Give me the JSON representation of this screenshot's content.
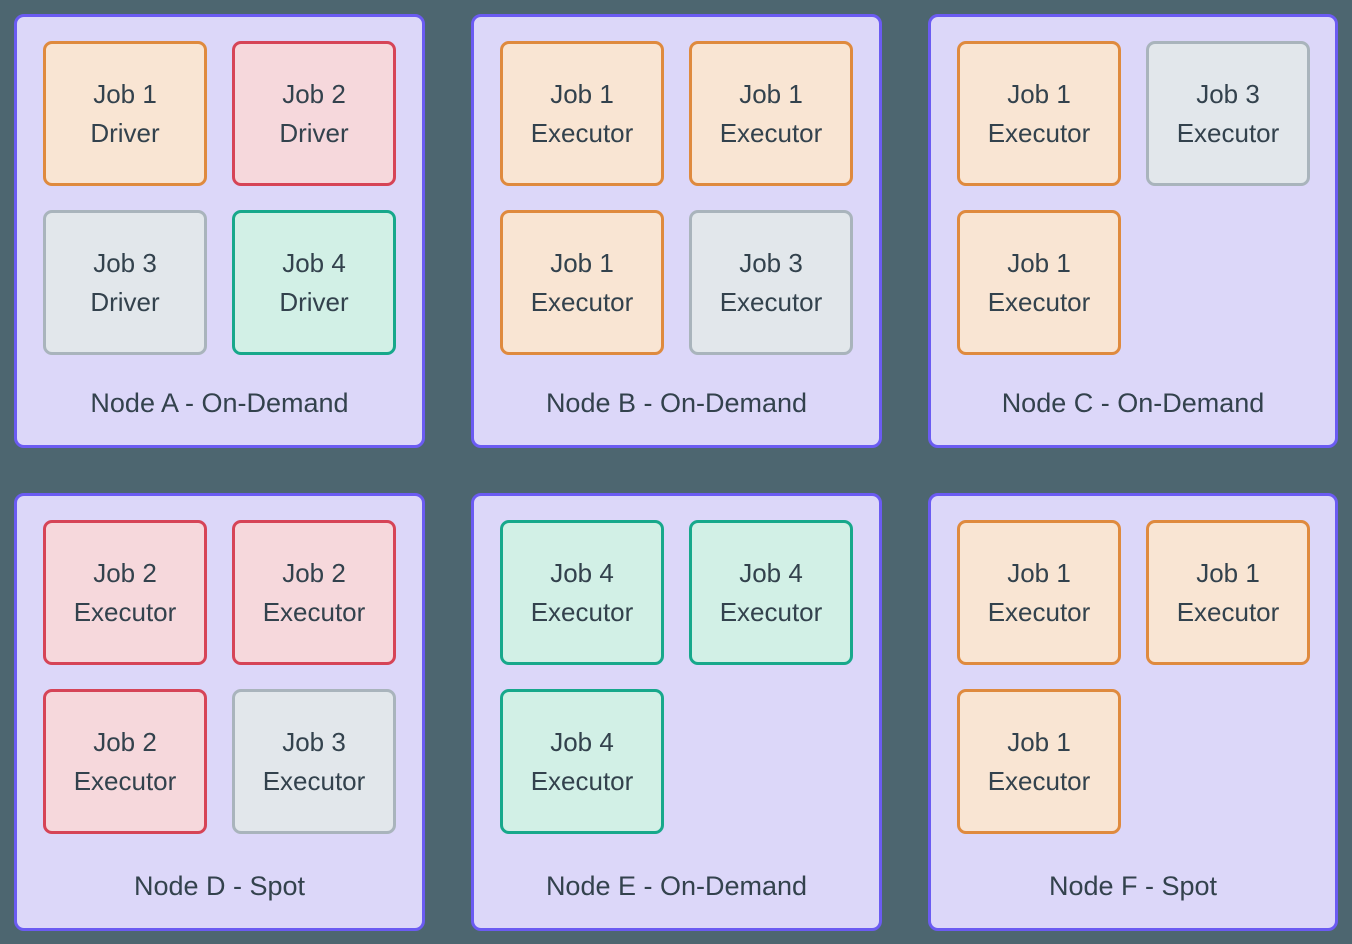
{
  "colors": {
    "background": "#4D6670",
    "node_border": "#6B5BF2",
    "node_fill": "#DCD7F9",
    "text": "#33424D",
    "job_styles": {
      "job1": {
        "border": "#DF8A3E",
        "fill": "#F9E5D3"
      },
      "job2": {
        "border": "#D64457",
        "fill": "#F6D8DC"
      },
      "job3": {
        "border": "#A9B4BC",
        "fill": "#E2E7EB"
      },
      "job4": {
        "border": "#17A88B",
        "fill": "#D2F0E6"
      }
    }
  },
  "nodes": [
    {
      "id": "a",
      "label": "Node A - On-Demand",
      "jobs": [
        {
          "line1": "Job 1",
          "line2": "Driver",
          "style": "job1"
        },
        {
          "line1": "Job 2",
          "line2": "Driver",
          "style": "job2"
        },
        {
          "line1": "Job 3",
          "line2": "Driver",
          "style": "job3"
        },
        {
          "line1": "Job 4",
          "line2": "Driver",
          "style": "job4"
        }
      ]
    },
    {
      "id": "b",
      "label": "Node B - On-Demand",
      "jobs": [
        {
          "line1": "Job 1",
          "line2": "Executor",
          "style": "job1"
        },
        {
          "line1": "Job 1",
          "line2": "Executor",
          "style": "job1"
        },
        {
          "line1": "Job 1",
          "line2": "Executor",
          "style": "job1"
        },
        {
          "line1": "Job 3",
          "line2": "Executor",
          "style": "job3"
        }
      ]
    },
    {
      "id": "c",
      "label": "Node C - On-Demand",
      "jobs": [
        {
          "line1": "Job 1",
          "line2": "Executor",
          "style": "job1"
        },
        {
          "line1": "Job 3",
          "line2": "Executor",
          "style": "job3"
        },
        {
          "line1": "Job 1",
          "line2": "Executor",
          "style": "job1"
        }
      ]
    },
    {
      "id": "d",
      "label": "Node D - Spot",
      "jobs": [
        {
          "line1": "Job 2",
          "line2": "Executor",
          "style": "job2"
        },
        {
          "line1": "Job 2",
          "line2": "Executor",
          "style": "job2"
        },
        {
          "line1": "Job 2",
          "line2": "Executor",
          "style": "job2"
        },
        {
          "line1": "Job 3",
          "line2": "Executor",
          "style": "job3"
        }
      ]
    },
    {
      "id": "e",
      "label": "Node E - On-Demand",
      "jobs": [
        {
          "line1": "Job 4",
          "line2": "Executor",
          "style": "job4"
        },
        {
          "line1": "Job 4",
          "line2": "Executor",
          "style": "job4"
        },
        {
          "line1": "Job 4",
          "line2": "Executor",
          "style": "job4"
        }
      ]
    },
    {
      "id": "f",
      "label": "Node F - Spot",
      "jobs": [
        {
          "line1": "Job 1",
          "line2": "Executor",
          "style": "job1"
        },
        {
          "line1": "Job 1",
          "line2": "Executor",
          "style": "job1"
        },
        {
          "line1": "Job 1",
          "line2": "Executor",
          "style": "job1"
        }
      ]
    }
  ]
}
